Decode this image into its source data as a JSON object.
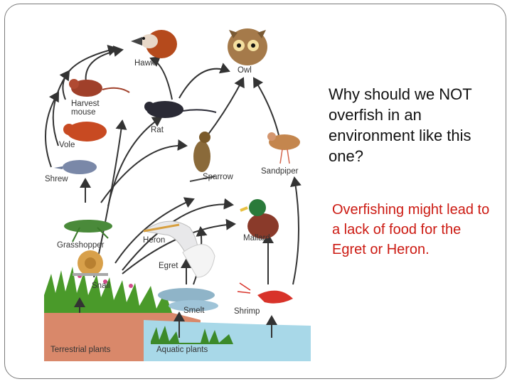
{
  "slide": {
    "question": "Why should we NOT overfish in an environment like this one?",
    "answer": "Overfishing might lead to a lack of food for the Egret or Heron."
  },
  "food_web": {
    "organisms": {
      "hawk": "Hawk",
      "owl": "Owl",
      "harvest_mouse": "Harvest mouse",
      "rat": "Rat",
      "vole": "Vole",
      "sparrow": "Sparrow",
      "sandpiper": "Sandpiper",
      "shrew": "Shrew",
      "grasshopper": "Grasshopper",
      "heron": "Heron",
      "mallard": "Mallard",
      "egret": "Egret",
      "snail": "Snail",
      "smelt": "Smelt",
      "shrimp": "Shrimp",
      "terrestrial_plants": "Terrestrial plants",
      "aquatic_plants": "Aquatic plants"
    },
    "colors": {
      "arrow": "#333333",
      "water": "#a8d8e8",
      "soil": "#d9886a",
      "grass": "#4a9a2a",
      "hawk": "#b54a1c",
      "owl": "#a57a4a",
      "mouse": "#a0402a",
      "vole": "#c84a22",
      "shrew": "#7a88a8",
      "rat": "#2a2a35",
      "sparrow": "#8a6a3a",
      "sandpiper": "#c4864e",
      "grasshopper": "#4a8a3a",
      "snail": "#d8a04a",
      "heron": "#e8e8ea",
      "mallard": "#2a7a3a",
      "smelt": "#8fb4c8",
      "shrimp": "#d8332a"
    }
  }
}
